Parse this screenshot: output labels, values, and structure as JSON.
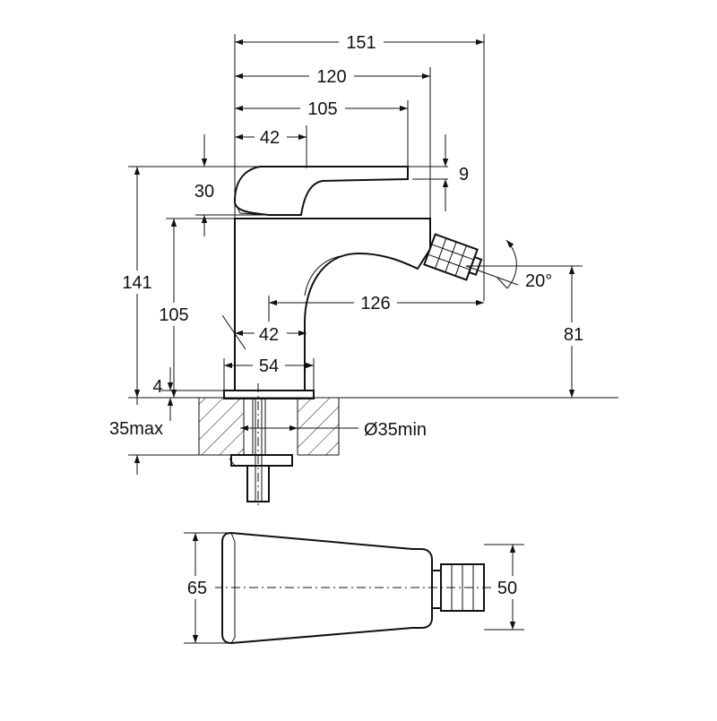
{
  "side_view": {
    "dims": {
      "total_length": "151",
      "spout_to_handle_tip": "120",
      "handle_length": "105",
      "handle_offset": "42",
      "handle_thickness": "9",
      "handle_height": "30",
      "overall_height": "141",
      "body_height": "105",
      "spout_reach": "126",
      "outlet_height": "81",
      "inner_offset": "42",
      "base_width": "54",
      "base_plate": "4",
      "counter_thickness": "35max",
      "hole_diameter": "Ø35min",
      "nozzle_angle": "20°"
    }
  },
  "top_view": {
    "dims": {
      "body_width": "65",
      "nozzle_width": "50"
    }
  }
}
